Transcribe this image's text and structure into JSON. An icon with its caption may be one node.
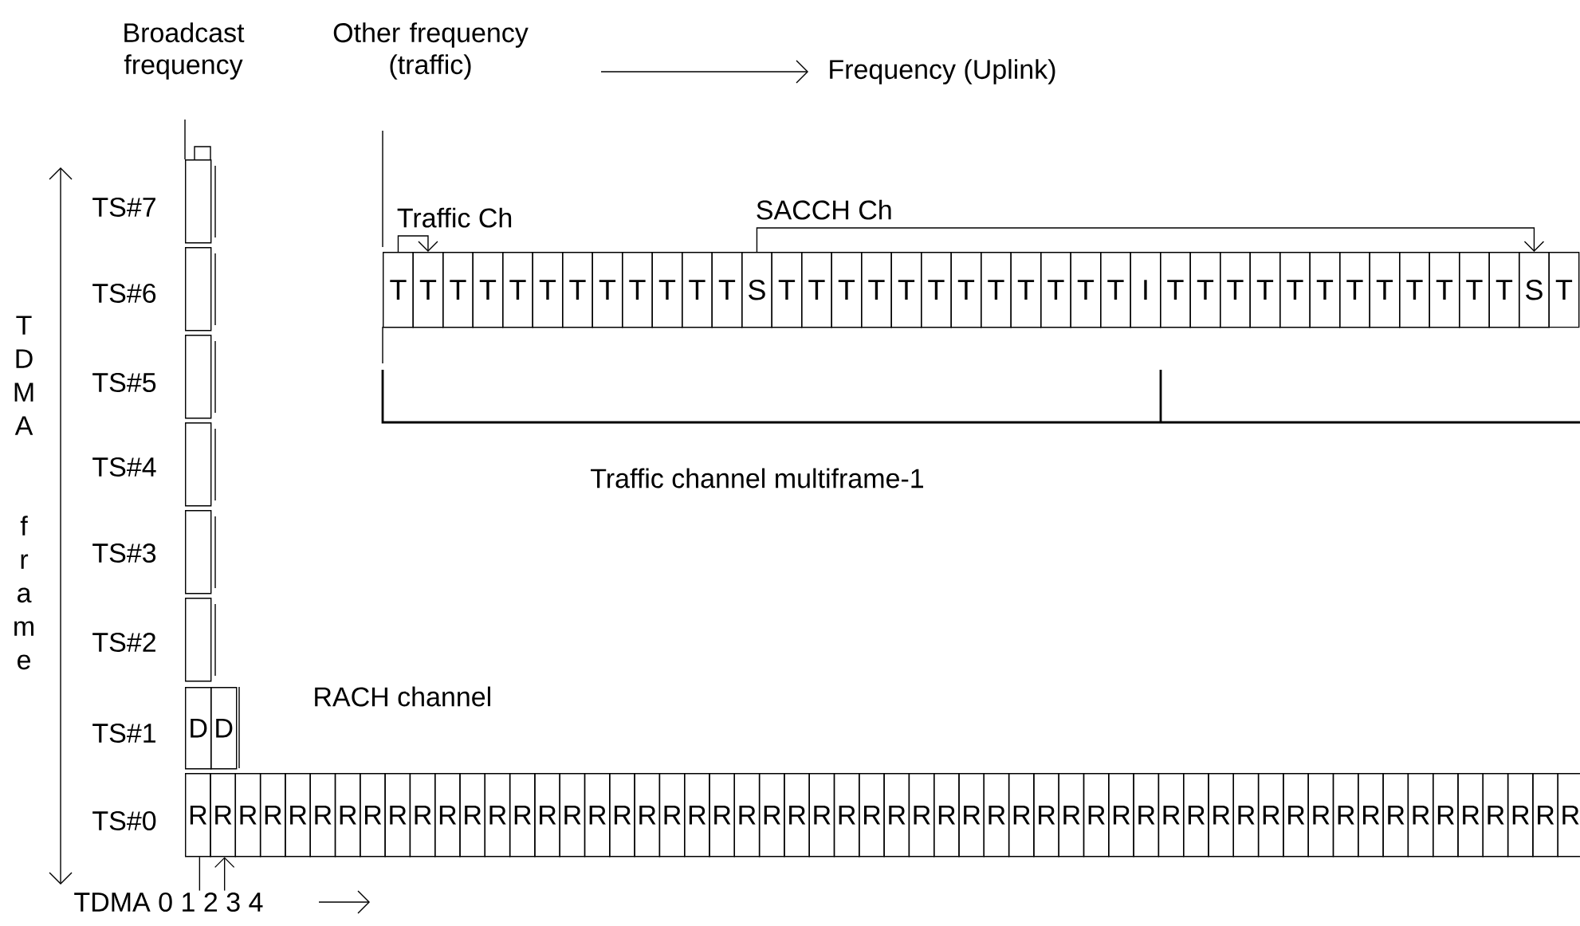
{
  "diagram": {
    "nodes": [
      {
        "text": [],
        "shape": "box"
      },
      {
        "text": [],
        "shape": "box"
      },
      {
        "text": [],
        "shape": "box"
      },
      {
        "text": [],
        "shape": "box"
      },
      {
        "text": [],
        "shape": "box"
      },
      {
        "text": [],
        "shape": "box"
      },
      {
        "text": [
          "T"
        ]
      },
      {
        "text": [
          "T"
        ]
      },
      {
        "text": [
          "T"
        ]
      },
      {
        "text": [
          "T"
        ]
      },
      {
        "text": [
          "T"
        ]
      },
      {
        "text": [
          "T"
        ]
      },
      {
        "text": [
          "T"
        ]
      },
      {
        "text": [
          "T"
        ]
      },
      {
        "text": [
          "T"
        ]
      },
      {
        "text": [
          "T"
        ]
      },
      {
        "text": [
          "T"
        ]
      },
      {
        "text": [
          "T"
        ]
      },
      {
        "text": [
          "S"
        ]
      },
      {
        "text": [
          "T"
        ]
      },
      {
        "text": [
          "T"
        ]
      },
      {
        "text": [
          "T"
        ]
      },
      {
        "text": [
          "T"
        ]
      },
      {
        "text": [
          "T"
        ]
      },
      {
        "text": [
          "T"
        ]
      },
      {
        "text": [
          "T"
        ]
      },
      {
        "text": [
          "T"
        ]
      },
      {
        "text": [
          "T"
        ]
      },
      {
        "text": [
          "T"
        ]
      },
      {
        "text": [
          "T"
        ]
      },
      {
        "text": [
          "T"
        ]
      },
      {
        "text": [
          "I"
        ]
      },
      {
        "text": [
          "T"
        ]
      },
      {
        "text": [
          "T"
        ]
      },
      {
        "text": [
          "T"
        ]
      },
      {
        "text": [
          "T"
        ]
      },
      {
        "text": [
          "T"
        ]
      },
      {
        "text": [
          "T"
        ]
      },
      {
        "text": [
          "T"
        ]
      },
      {
        "text": [
          "T"
        ]
      },
      {
        "text": [
          "T"
        ]
      },
      {
        "text": [
          "T"
        ]
      },
      {
        "text": [
          "T"
        ]
      },
      {
        "text": [
          "T"
        ]
      },
      {
        "text": [
          "S"
        ]
      },
      {
        "text": [
          "T"
        ]
      },
      {
        "text": [
          "D"
        ]
      },
      {
        "text": [
          "D"
        ]
      },
      {
        "text": [
          "R"
        ]
      },
      {
        "text": [
          "R"
        ]
      },
      {
        "text": [
          "R"
        ]
      },
      {
        "text": [
          "R"
        ]
      },
      {
        "text": [
          "R"
        ]
      },
      {
        "text": [
          "R"
        ]
      },
      {
        "text": [
          "R"
        ]
      },
      {
        "text": [
          "R"
        ]
      },
      {
        "text": [
          "R"
        ]
      },
      {
        "text": [
          "R"
        ]
      },
      {
        "text": [
          "R"
        ]
      },
      {
        "text": [
          "R"
        ]
      },
      {
        "text": [
          "R"
        ]
      },
      {
        "text": [
          "R"
        ]
      },
      {
        "text": [
          "R"
        ]
      },
      {
        "text": [
          "R"
        ]
      },
      {
        "text": [
          "R"
        ]
      },
      {
        "text": [
          "R"
        ]
      },
      {
        "text": [
          "R"
        ]
      },
      {
        "text": [
          "R"
        ]
      },
      {
        "text": [
          "R"
        ]
      },
      {
        "text": [
          "R"
        ]
      },
      {
        "text": [
          "R"
        ]
      },
      {
        "text": [
          "R"
        ]
      },
      {
        "text": [
          "R"
        ]
      },
      {
        "text": [
          "R"
        ]
      },
      {
        "text": [
          "R"
        ]
      },
      {
        "text": [
          "R"
        ]
      },
      {
        "text": [
          "R"
        ]
      },
      {
        "text": [
          "R"
        ]
      },
      {
        "text": [
          "R"
        ]
      },
      {
        "text": [
          "R"
        ]
      },
      {
        "text": [
          "R"
        ]
      },
      {
        "text": [
          "R"
        ]
      },
      {
        "text": [
          "R"
        ]
      },
      {
        "text": [
          "R"
        ]
      },
      {
        "text": [
          "R"
        ]
      },
      {
        "text": [
          "R"
        ]
      },
      {
        "text": [
          "R"
        ]
      },
      {
        "text": [
          "R"
        ]
      },
      {
        "text": [
          "R"
        ]
      },
      {
        "text": [
          "R"
        ]
      },
      {
        "text": [
          "R"
        ]
      },
      {
        "text": [
          "R"
        ]
      },
      {
        "text": [
          "R"
        ]
      },
      {
        "text": [
          "R"
        ]
      },
      {
        "text": [
          "R"
        ]
      },
      {
        "text": [
          "R"
        ]
      },
      {
        "text": [
          "R"
        ]
      },
      {
        "text": [
          "R"
        ]
      },
      {
        "text": [
          "R"
        ]
      },
      {
        "text": [
          "R"
        ]
      },
      {
        "text": [
          "R"
        ]
      },
      {
        "text": [
          "R"
        ]
      },
      {
        "text": [
          "R"
        ]
      },
      {
        "text": [
          "R"
        ]
      },
      {
        "text": [
          "TDMA 0 1 2 3 4"
        ]
      }
    ],
    "edges": [
      {
        "from": 6,
        "to": 7,
        "arrow": "to",
        "label": "Traffic Ch"
      },
      {
        "from": 18,
        "to": 44,
        "arrow": "to",
        "label": "SACCH Ch"
      },
      {
        "from": 104,
        "to": 48,
        "arrow": "none"
      },
      {
        "from": 104,
        "to": 49,
        "arrow": "to"
      }
    ],
    "labels": [
      "Broadcast frequency",
      "Other frequency (traffic)",
      "Frequency (Uplink)",
      "TS#7",
      "TS#6",
      "TS#5",
      "TS#4",
      "Traffic channel multiframe-1",
      "TDMA frame",
      "TS#3",
      "TS#2",
      "RACH channel",
      "TS#1",
      "TS#0"
    ]
  }
}
